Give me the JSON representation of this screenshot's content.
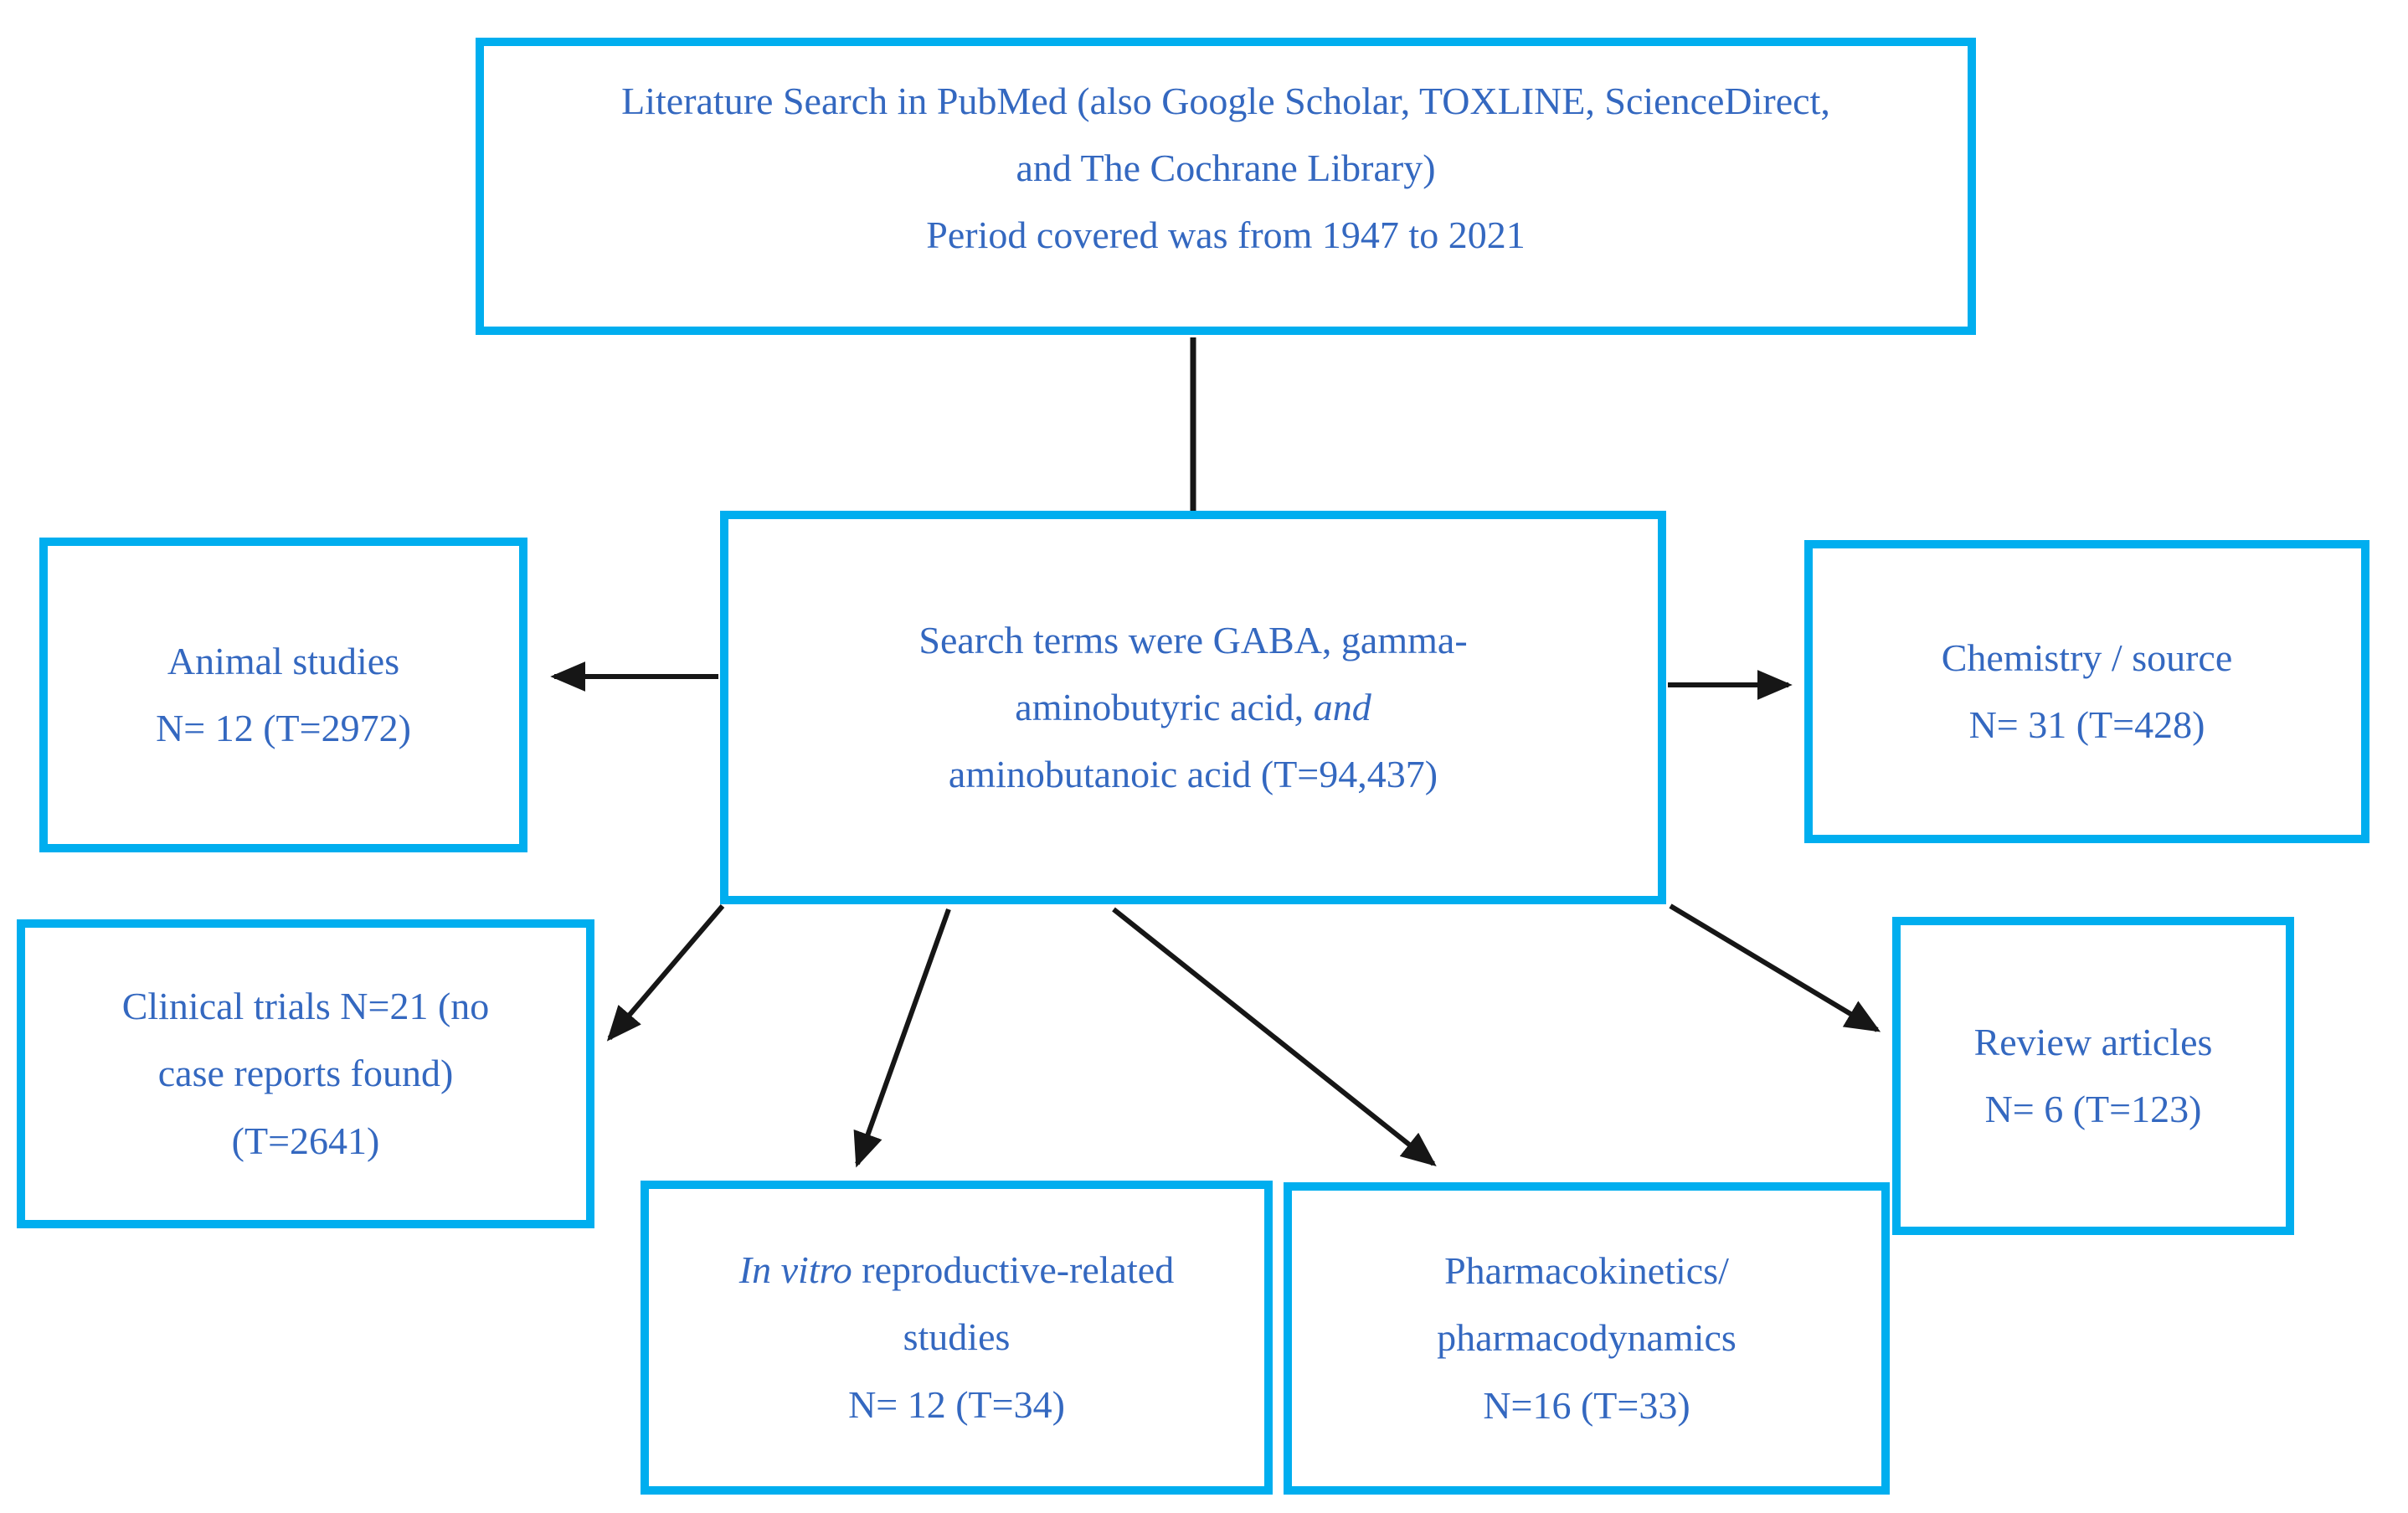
{
  "diagram": {
    "title_hint": "Literature search flow diagram",
    "colors": {
      "box_border": "#00AEEF",
      "text": "#3468C0",
      "connector": "#161616",
      "background": "#FFFFFF"
    },
    "boxes": {
      "literature_search": {
        "line1": "Literature Search in PubMed (also Google Scholar, TOXLINE, ScienceDirect,",
        "line2": "and The Cochrane Library)",
        "line3": "Period covered was from 1947 to 2021"
      },
      "search_terms": {
        "line1": "Search terms were GABA, gamma-",
        "line2_pre": "aminobutyric acid, ",
        "line2_italic": "and",
        "line3": "aminobutanoic acid (T=94,437)"
      },
      "animal_studies": {
        "line1": "Animal studies",
        "line2": "N= 12 (T=2972)"
      },
      "chemistry_source": {
        "line1": "Chemistry / source",
        "line2": "N= 31 (T=428)"
      },
      "clinical_trials": {
        "line1": "Clinical trials N=21 (no",
        "line2": "case reports found)",
        "line3": "(T=2641)"
      },
      "in_vitro": {
        "line1_italic": "In vitro",
        "line1_post": " reproductive-related",
        "line2": "studies",
        "line3": "N= 12 (T=34)"
      },
      "pharmacokinetics": {
        "line1": "Pharmacokinetics/",
        "line2": "pharmacodynamics",
        "line3": "N=16 (T=33)"
      },
      "review_articles": {
        "line1": "Review articles",
        "line2": "N= 6 (T=123)"
      }
    },
    "connectors": [
      {
        "from": "literature_search",
        "to": "search_terms",
        "arrowhead": false
      },
      {
        "from": "search_terms",
        "to": "animal_studies",
        "arrowhead": true
      },
      {
        "from": "search_terms",
        "to": "chemistry_source",
        "arrowhead": true
      },
      {
        "from": "search_terms",
        "to": "clinical_trials",
        "arrowhead": true
      },
      {
        "from": "search_terms",
        "to": "in_vitro",
        "arrowhead": true
      },
      {
        "from": "search_terms",
        "to": "pharmacokinetics",
        "arrowhead": true
      },
      {
        "from": "search_terms",
        "to": "review_articles",
        "arrowhead": true
      }
    ]
  }
}
